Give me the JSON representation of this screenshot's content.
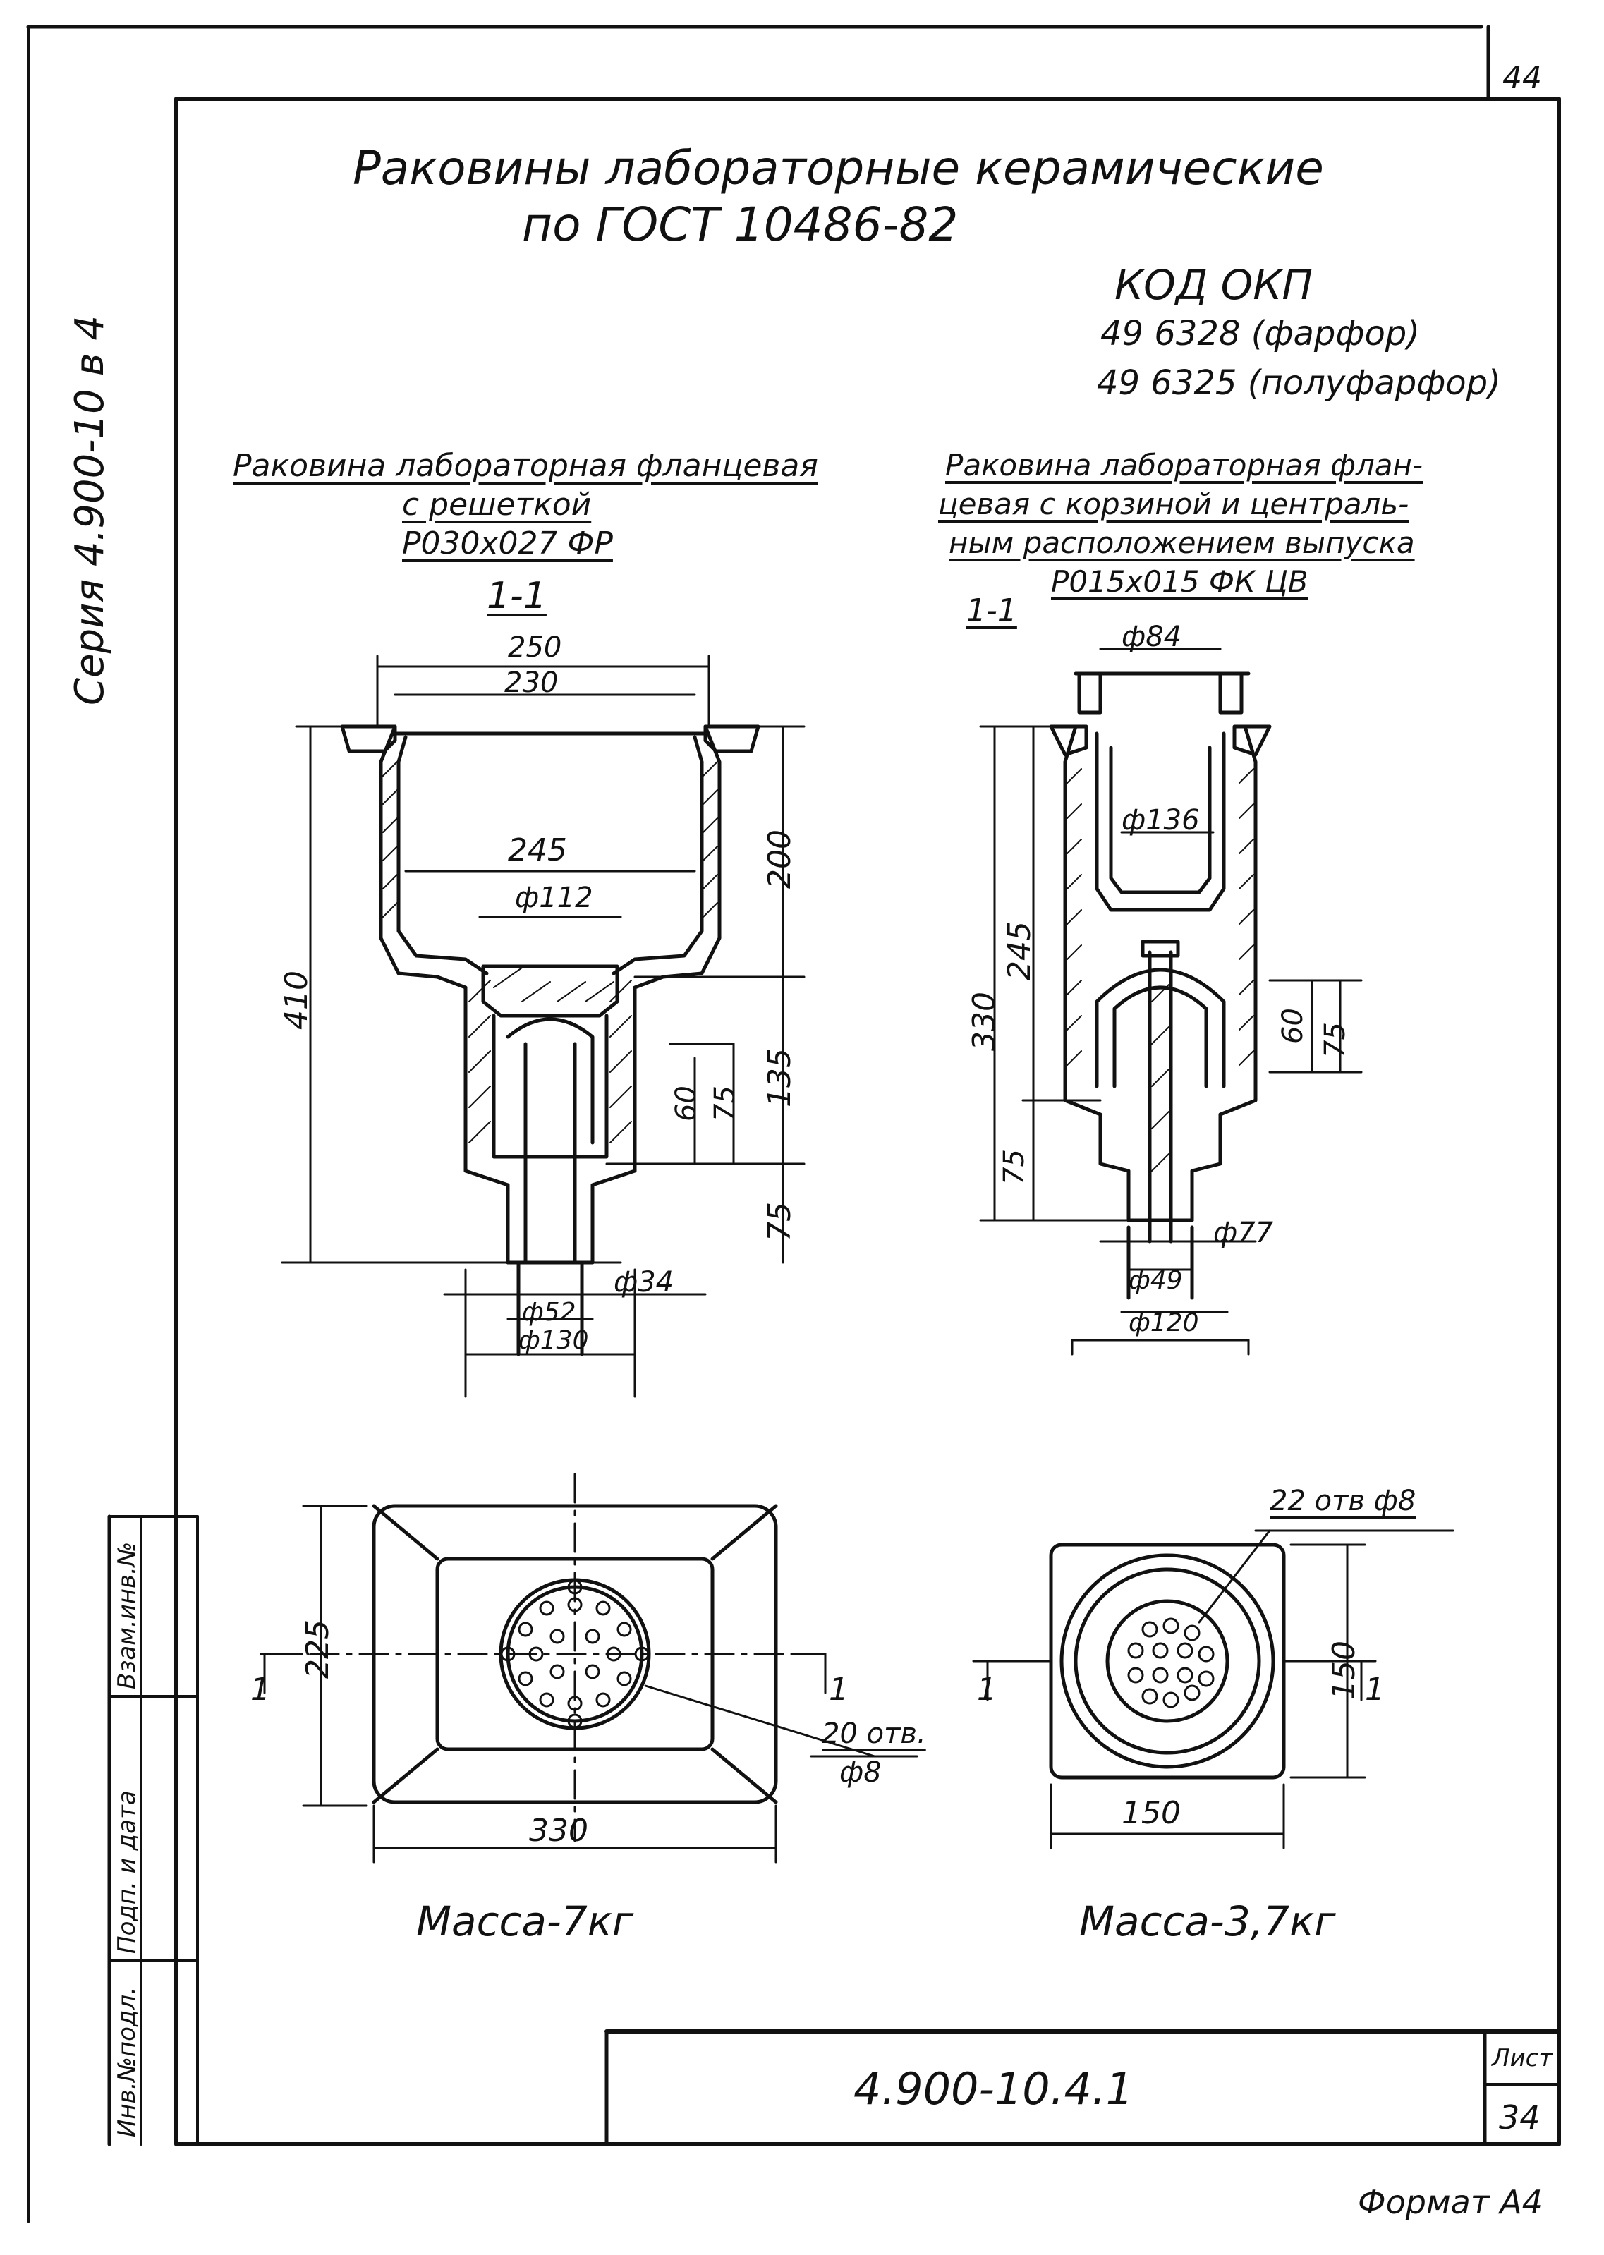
{
  "sheet_number_top": "44",
  "title_line1": "Раковины лабораторные керамические",
  "title_line2": "по ГОСТ 10486-82",
  "okp": {
    "heading": "КОД ОКП",
    "line1": "49 6328 (фарфор)",
    "line2": "49 6325 (полуфарфор)"
  },
  "series": "Серия 4.900-10 в 4",
  "left_item": {
    "title_l1": "Раковина лабораторная фланцевая",
    "title_l2": "с решеткой",
    "title_l3": "Р030х027 ФР",
    "section": "1-1",
    "dims": {
      "d250": "250",
      "d230": "230",
      "d245": "245",
      "d112": "ф112",
      "d410": "410",
      "d200": "200",
      "d135": "135",
      "d60": "60",
      "d75a": "75",
      "d75b": "75",
      "d34": "ф34",
      "d52": "ф52",
      "d130": "ф130",
      "d225": "225",
      "d330": "330",
      "holes_l1": "20 отв.",
      "holes_l2": "ф8",
      "cut_left": "1",
      "cut_right": "1"
    },
    "mass": "Масса-7кг"
  },
  "right_item": {
    "title_l1": "Раковина лабораторная флан-",
    "title_l2": "цевая с корзиной и централь-",
    "title_l3": "ным расположением выпуска",
    "title_l4": "Р015х015 ФК ЦВ",
    "section": "1-1",
    "dims": {
      "d84": "ф84",
      "d136": "ф136",
      "d330": "330",
      "d245": "245",
      "d60": "60",
      "d75a": "75",
      "d75b": "75",
      "d77": "ф77",
      "d49": "ф49",
      "d120": "ф120",
      "holes": "22 отв ф8",
      "d150v": "150",
      "d150h": "150",
      "cut_left": "1",
      "cut_right": "1"
    },
    "mass": "Масса-3,7кг"
  },
  "stamp": {
    "code": "4.900-10.4.1",
    "sheet_label": "Лист",
    "sheet_no": "34"
  },
  "side_labels": {
    "inv_orig": "Инв.№подл.",
    "sign_date": "Подп. и дата",
    "inv_dup": "Взам.инв.№"
  },
  "format": "Формат А4"
}
